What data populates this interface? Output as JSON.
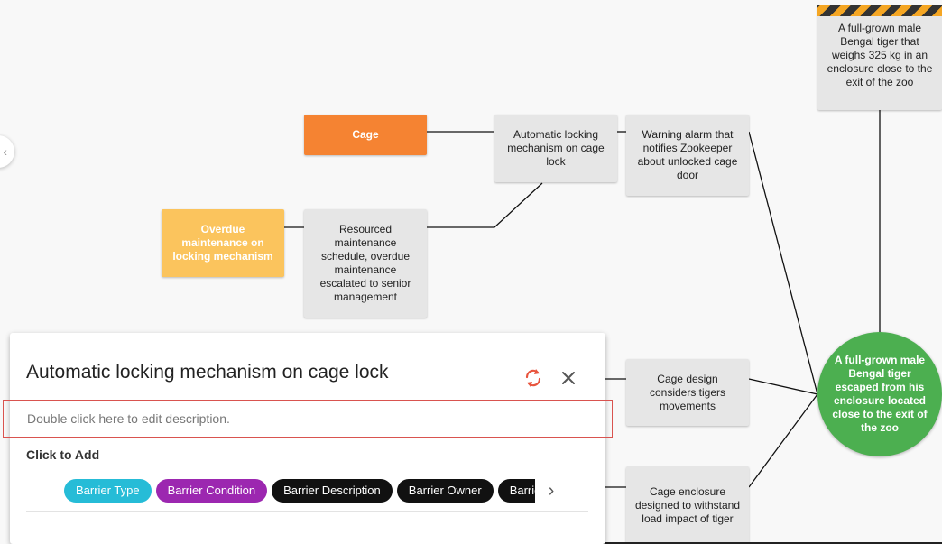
{
  "diagram": {
    "hazard": "A full-grown male Bengal tiger that weighs 325 kg in an enclosure close to the exit of the zoo",
    "threat": "Cage",
    "escalation_factor": "Overdue maintenance on locking mechanism",
    "barriers": {
      "automatic_locking": "Automatic locking mechanism on cage lock",
      "warning_alarm": "Warning alarm that notifies Zookeeper about unlocked cage door",
      "resourced_maintenance": "Resourced maintenance schedule, overdue maintenance escalated to senior management",
      "cage_design": "Cage design considers tigers movements",
      "cage_enclosure": "Cage enclosure designed to withstand load impact of tiger"
    },
    "top_event": "A full-grown male Bengal tiger escaped from his enclosure located close to the exit of the zoo"
  },
  "colors": {
    "threat": "#f58332",
    "escalation": "#fbc45d",
    "top_event": "#4caf50",
    "barrier": "#e6e6e6",
    "refresh_icon": "#e8553e",
    "description_border": "#d9534f"
  },
  "panel": {
    "title": "Automatic locking mechanism on cage lock",
    "description_placeholder": "Double click here to edit description.",
    "click_to_add_label": "Click to Add",
    "chips": [
      {
        "label": "Barrier Type",
        "color": "#26bcd7"
      },
      {
        "label": "Barrier Condition",
        "color": "#9c27b0"
      },
      {
        "label": "Barrier Description",
        "color": "#111111"
      },
      {
        "label": "Barrier Owner",
        "color": "#111111"
      },
      {
        "label": "Barrier Effectiveness",
        "color": "#111111"
      }
    ],
    "icons": {
      "refresh": "refresh-icon",
      "close": "close-icon",
      "next": "chevron-right-icon"
    }
  }
}
